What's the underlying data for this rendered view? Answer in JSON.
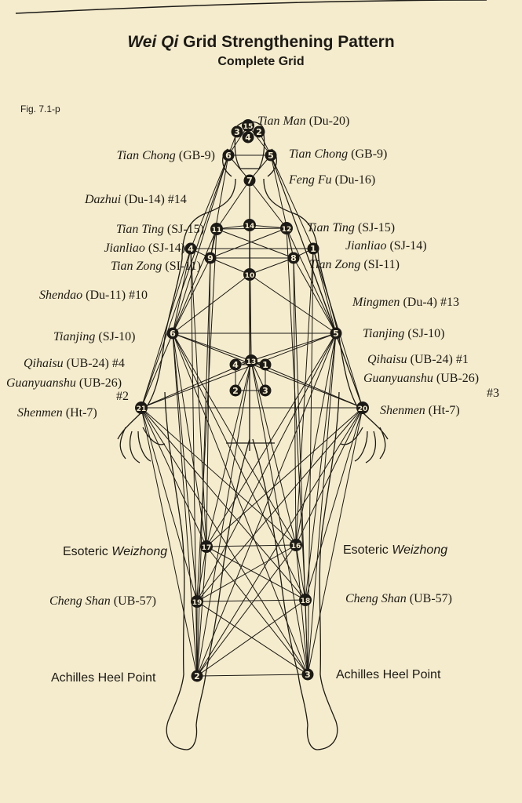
{
  "figure": {
    "title_italic": "Wei Qi",
    "title_rest": " Grid Strengthening Pattern",
    "subtitle": "Complete Grid",
    "fig_label": "Fig. 7.1-p"
  },
  "labels": {
    "tian_man": {
      "name": "Tian Man",
      "code": " (Du-20)"
    },
    "tian_chong_l": {
      "name": "Tian Chong",
      "code": " (GB-9)"
    },
    "tian_chong_r": {
      "name": "Tian Chong",
      "code": " (GB-9)"
    },
    "feng_fu": {
      "name": "Feng Fu",
      "code": " (Du-16)"
    },
    "dazhui": {
      "name": "Dazhui",
      "code": " (Du-14) #14"
    },
    "tian_ting_l": {
      "name": "Tian Ting",
      "code": " (SJ-15)"
    },
    "tian_ting_r": {
      "name": "Tian Ting",
      "code": " (SJ-15)"
    },
    "jianliao_l": {
      "name": "Jianliao",
      "code": " (SJ-14)"
    },
    "jianliao_r": {
      "name": "Jianliao",
      "code": " (SJ-14)"
    },
    "tian_zong_l": {
      "name": "Tian Zong",
      "code": " (SI-11)"
    },
    "tian_zong_r": {
      "name": "Tian Zong",
      "code": " (SI-11)"
    },
    "shendao": {
      "name": "Shendao",
      "code": " (Du-11) #10"
    },
    "mingmen": {
      "name": "Mingmen",
      "code": " (Du-4) #13"
    },
    "tianjing_l": {
      "name": "Tianjing",
      "code": " (SJ-10)"
    },
    "tianjing_r": {
      "name": "Tianjing",
      "code": " (SJ-10)"
    },
    "qihaisu_l": {
      "name": "Qihaisu",
      "code": " (UB-24) #4"
    },
    "qihaisu_r": {
      "name": "Qihaisu",
      "code": " (UB-24) #1"
    },
    "guanyuanshu_l": {
      "name": "Guanyuanshu",
      "code": " (UB-26)",
      "num": "#2"
    },
    "guanyuanshu_r": {
      "name": "Guanyuanshu",
      "code": " (UB-26)",
      "num": "#3"
    },
    "shenmen_l": {
      "name": "Shenmen",
      "code": " (Ht-7)"
    },
    "shenmen_r": {
      "name": "Shenmen",
      "code": " (Ht-7)"
    },
    "weizhong_l": {
      "prefix": "Esoteric ",
      "name": "Weizhong"
    },
    "weizhong_r": {
      "prefix": "Esoteric ",
      "name": "Weizhong"
    },
    "cheng_shan_l": {
      "name": "Cheng Shan",
      "code": " (UB-57)"
    },
    "cheng_shan_r": {
      "name": "Cheng Shan",
      "code": " (UB-57)"
    },
    "achilles_l": "Achilles Heel Point",
    "achilles_r": "Achilles Heel Point"
  },
  "points": [
    {
      "id": "15",
      "label": "15"
    },
    {
      "id": "3h",
      "label": "3"
    },
    {
      "id": "4h",
      "label": "4"
    },
    {
      "id": "2h",
      "label": "2"
    },
    {
      "id": "6a",
      "label": "6"
    },
    {
      "id": "5a",
      "label": "5"
    },
    {
      "id": "7",
      "label": "7"
    },
    {
      "id": "11",
      "label": "11"
    },
    {
      "id": "14",
      "label": "14"
    },
    {
      "id": "12",
      "label": "12"
    },
    {
      "id": "4s",
      "label": "4"
    },
    {
      "id": "1s",
      "label": "1"
    },
    {
      "id": "9",
      "label": "9"
    },
    {
      "id": "8",
      "label": "8"
    },
    {
      "id": "10",
      "label": "10"
    },
    {
      "id": "6b",
      "label": "6"
    },
    {
      "id": "5b",
      "label": "5"
    },
    {
      "id": "13",
      "label": "13"
    },
    {
      "id": "4b",
      "label": "4"
    },
    {
      "id": "1b",
      "label": "1"
    },
    {
      "id": "2b",
      "label": "2"
    },
    {
      "id": "3b",
      "label": "3"
    },
    {
      "id": "21",
      "label": "21"
    },
    {
      "id": "20",
      "label": "20"
    },
    {
      "id": "17",
      "label": "17"
    },
    {
      "id": "16",
      "label": "16"
    },
    {
      "id": "19",
      "label": "19"
    },
    {
      "id": "18",
      "label": "18"
    },
    {
      "id": "2f",
      "label": "2"
    },
    {
      "id": "3f",
      "label": "3"
    }
  ],
  "colors": {
    "paper": "#f5eccd",
    "ink": "#1c1a16"
  }
}
